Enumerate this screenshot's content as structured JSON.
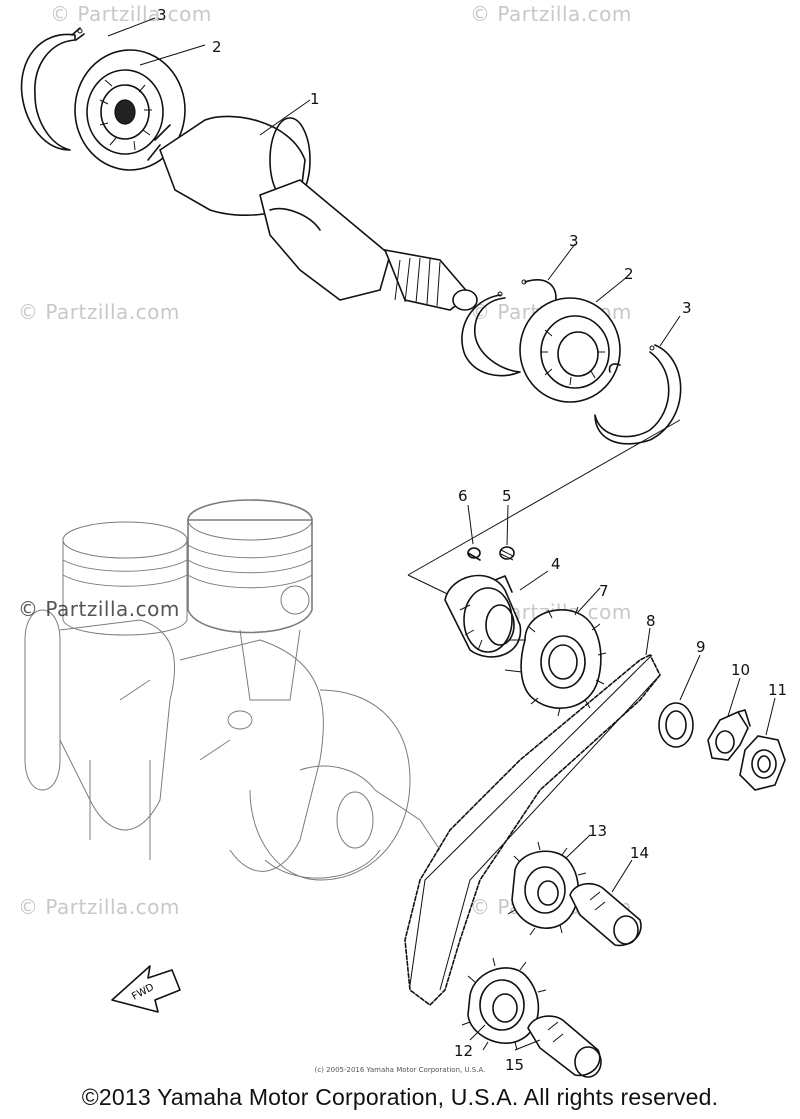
{
  "watermark": {
    "text": "© Partzilla.com"
  },
  "parts": [
    {
      "number": "1"
    },
    {
      "number": "2"
    },
    {
      "number": "3"
    },
    {
      "number": "2"
    },
    {
      "number": "3"
    },
    {
      "number": "3"
    },
    {
      "number": "4"
    },
    {
      "number": "5"
    },
    {
      "number": "6"
    },
    {
      "number": "7"
    },
    {
      "number": "8"
    },
    {
      "number": "9"
    },
    {
      "number": "10"
    },
    {
      "number": "11"
    },
    {
      "number": "12"
    },
    {
      "number": "13"
    },
    {
      "number": "14"
    },
    {
      "number": "15"
    }
  ],
  "fwd_arrow_label": "FWD",
  "small_credit": "(c) 2005-2016 Yamaha Motor Corporation, U.S.A.",
  "copyright": "©2013 Yamaha Motor Corporation, U.S.A. All rights reserved."
}
